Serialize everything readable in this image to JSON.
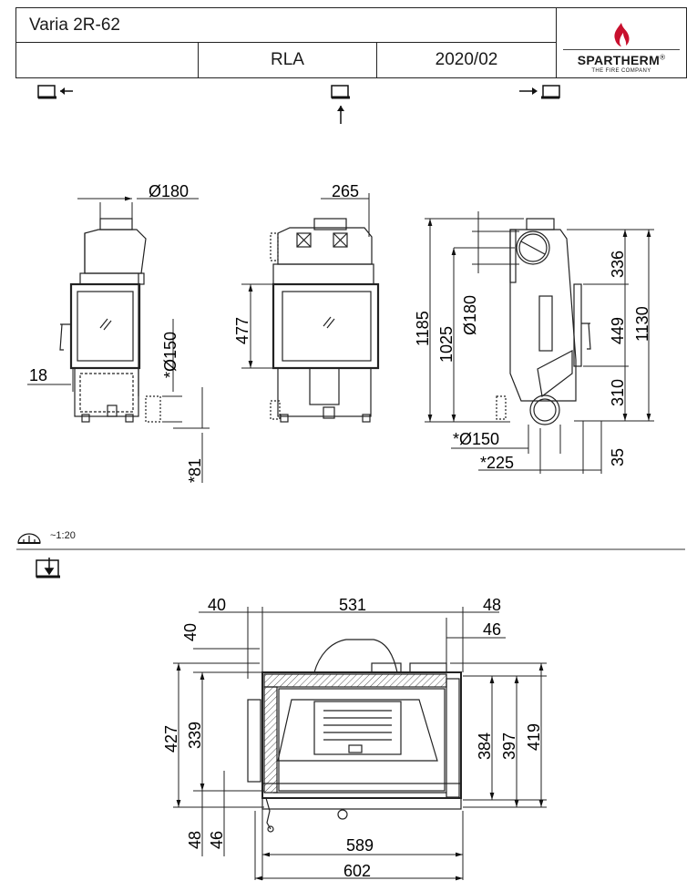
{
  "header": {
    "title": "Varia 2R-62",
    "model": "RLA",
    "date": "2020/02",
    "logo": {
      "brand": "SPARTHERM",
      "tagline": "THE FIRE COMPANY",
      "flame_color": "#c8102e"
    }
  },
  "scale_label": "~1:20",
  "dimensions": {
    "front": {
      "flue_diameter": "Ø180",
      "side_offset": "18",
      "inlet_diameter": "*Ø150",
      "inlet_height": "*81"
    },
    "side": {
      "depth_top": "265",
      "door_height": "477"
    },
    "profile": {
      "total_height": "1185",
      "flue_height": "1025",
      "flue_diameter": "Ø180",
      "seg_top": "336",
      "seg_middle": "449",
      "seg_bottom": "310",
      "total_right": "1130",
      "base": "35",
      "inlet_diameter": "*Ø150",
      "inlet_offset": "*225"
    },
    "plan": {
      "top_left_offset": "40",
      "top_width": "531",
      "top_right_48": "48",
      "top_right_46": "46",
      "left_vertical_40": "40",
      "left_427": "427",
      "left_339": "339",
      "right_384": "384",
      "right_397": "397",
      "right_419": "419",
      "bottom_48": "48",
      "bottom_46": "46",
      "bottom_589": "589",
      "bottom_602": "602"
    }
  }
}
